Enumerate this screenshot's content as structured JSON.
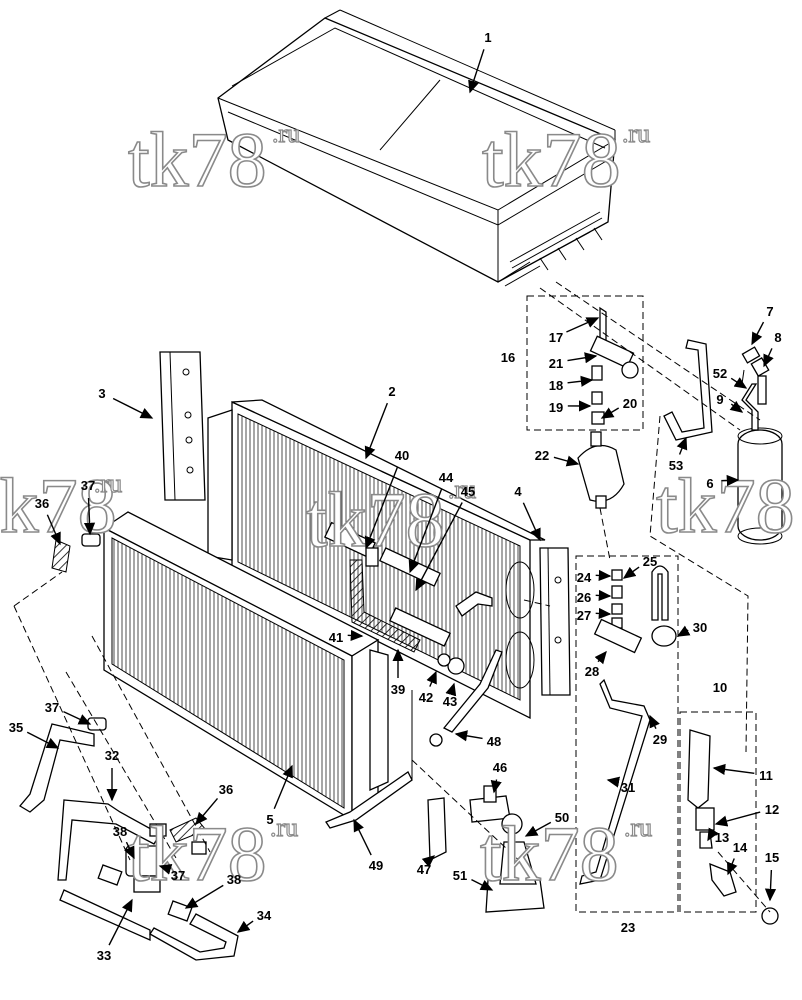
{
  "watermark": {
    "brand": "tk78",
    "suffix": ".ru"
  },
  "callouts": [
    "1",
    "2",
    "3",
    "4",
    "5",
    "6",
    "7",
    "8",
    "9",
    "10",
    "11",
    "12",
    "13",
    "14",
    "15",
    "16",
    "17",
    "18",
    "19",
    "20",
    "21",
    "22",
    "23",
    "24",
    "25",
    "26",
    "27",
    "28",
    "29",
    "30",
    "31",
    "32",
    "33",
    "34",
    "35",
    "36",
    "37",
    "38",
    "39",
    "40",
    "41",
    "42",
    "43",
    "44",
    "45",
    "46",
    "47",
    "48",
    "49",
    "50",
    "51",
    "52",
    "53"
  ]
}
